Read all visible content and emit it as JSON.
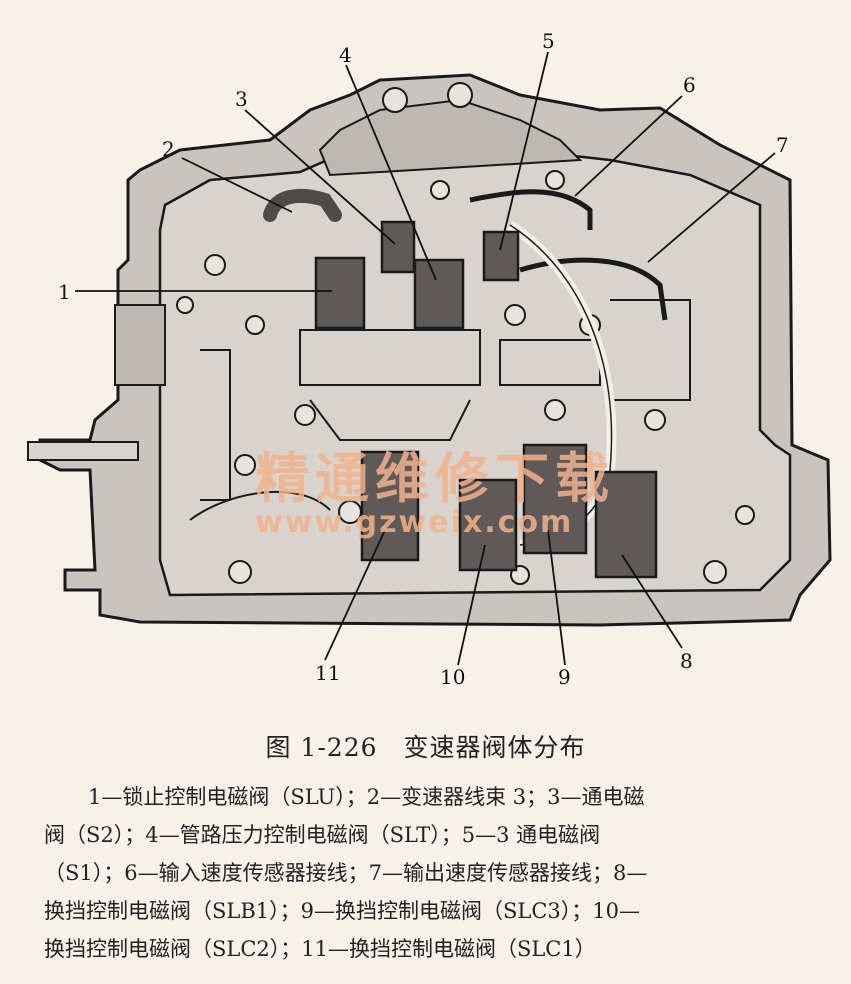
{
  "figure": {
    "callouts": [
      "1",
      "2",
      "3",
      "4",
      "5",
      "6",
      "7",
      "8",
      "9",
      "10",
      "11"
    ],
    "watermark": {
      "chinese": "精通维修下载",
      "url": "www.gzweix.com"
    },
    "colors": {
      "housing": "#c9c4be",
      "housing_dark": "#9d9891",
      "solenoid": "#5f5a57",
      "outline": "#1a1a1a",
      "background": "#f7f1ea",
      "watermark": "#f1b28c"
    }
  },
  "caption": {
    "title": "图 1-226　变速器阀体分布",
    "lines": [
      "1—锁止控制电磁阀（SLU）；2—变速器线束 3；3—通电磁",
      "阀（S2）；4—管路压力控制电磁阀（SLT）；5—3 通电磁阀",
      "（S1）；6—输入速度传感器接线；7—输出速度传感器接线；8—",
      "换挡控制电磁阀（SLB1）；9—换挡控制电磁阀（SLC3）；10—",
      "换挡控制电磁阀（SLC2）；11—换挡控制电磁阀（SLC1）"
    ]
  }
}
